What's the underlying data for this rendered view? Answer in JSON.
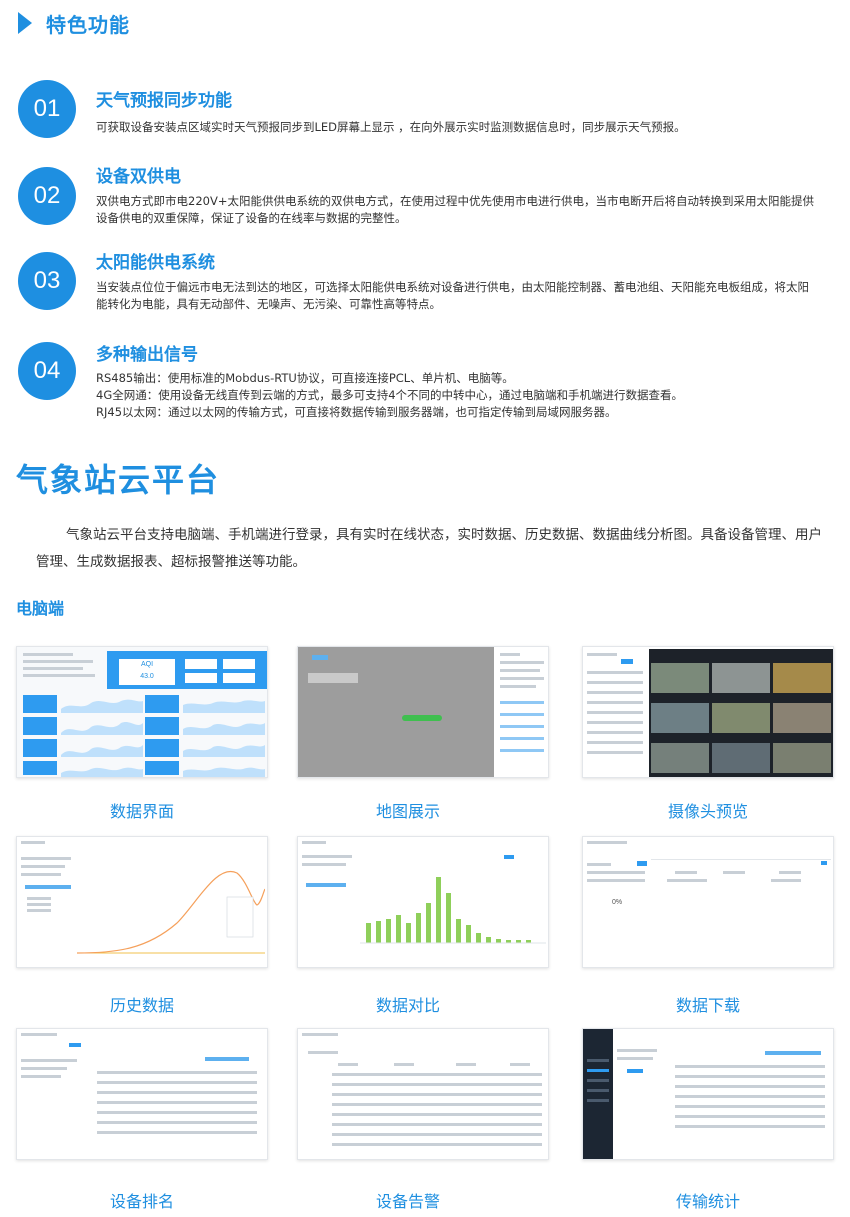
{
  "section": {
    "title": "特色功能"
  },
  "features": [
    {
      "num": "01",
      "title": "天气预报同步功能",
      "desc": "可获取设备安装点区域实时天气预报同步到LED屏幕上显示 ，在向外展示实时监测数据信息时，同步展示天气预报。"
    },
    {
      "num": "02",
      "title": "设备双供电",
      "desc": "双供电方式即市电220V+太阳能供供电系统的双供电方式，在使用过程中优先使用市电进行供电，当市电断开后将自动转换到采用太阳能提供设备供电的双重保障，保证了设备的在线率与数据的完整性。"
    },
    {
      "num": "03",
      "title": "太阳能供电系统",
      "desc": "当安装点位位于偏远市电无法到达的地区，可选择太阳能供电系统对设备进行供电，由太阳能控制器、蓄电池组、天阳能充电板组成，将太阳能转化为电能，具有无动部件、无噪声、无污染、可靠性高等特点。"
    },
    {
      "num": "04",
      "title": "多种输出信号",
      "lines": [
        "RS485输出：使用标准的Mobdus-RTU协议，可直接连接PCL、单片机、电脑等。",
        "4G全网通：使用设备无线直传到云端的方式，最多可支持4个不同的中转中心，通过电脑端和手机端进行数据查看。",
        "RJ45以太网：通过以太网的传输方式，可直接将数据传输到服务器端，也可指定传输到局域网服务器。"
      ]
    }
  ],
  "platform": {
    "title": "气象站云平台",
    "intro": "气象站云平台支持电脑端、手机端进行登录，具有实时在线状态，实时数据、历史数据、数据曲线分析图。具备设备管理、用户管理、生成数据报表、超标报警推送等功能。",
    "subtitle": "电脑端",
    "aqi_label": "AQI",
    "aqi_value": "43.0",
    "download_value": "0%",
    "captions": [
      "数据界面",
      "地图展示",
      "摄像头预览",
      "历史数据",
      "数据对比",
      "数据下载",
      "设备排名",
      "设备告警",
      "传输统计"
    ]
  }
}
